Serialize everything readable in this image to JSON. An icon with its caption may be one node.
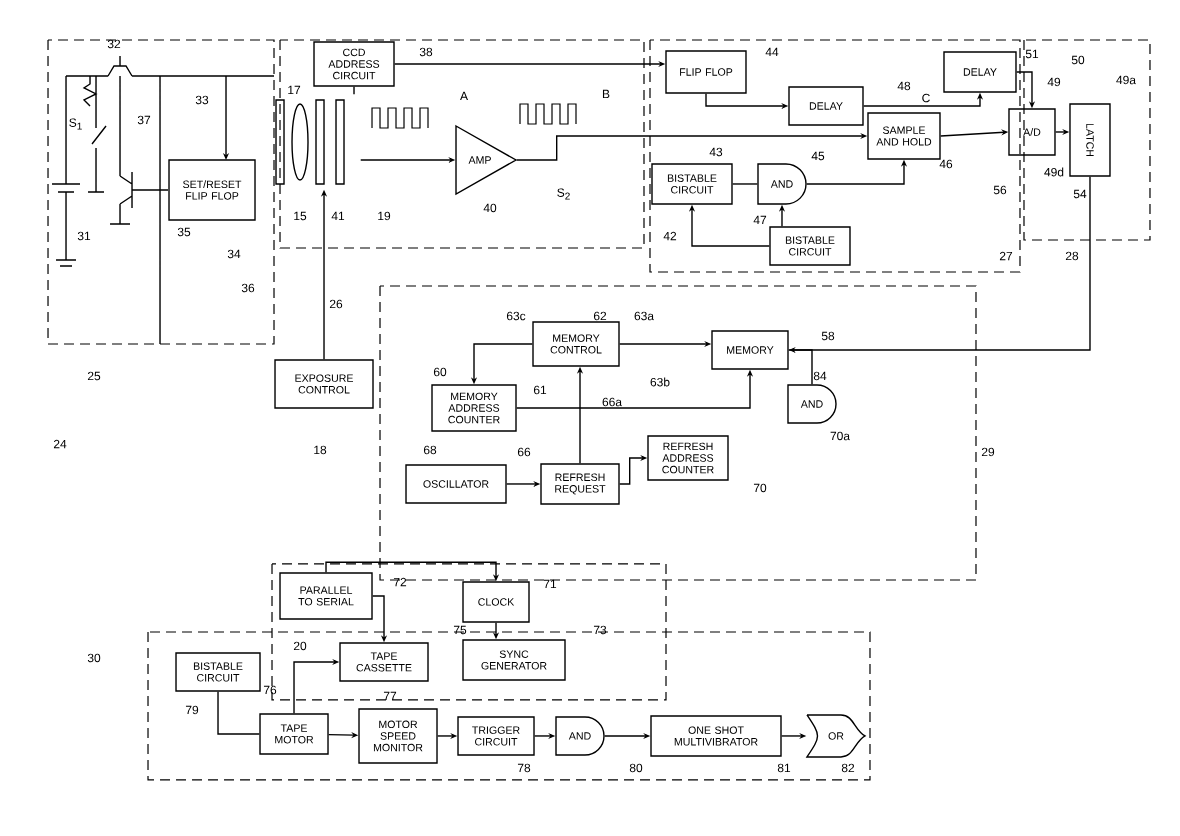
{
  "diagram": {
    "nodes": [
      {
        "text": [
          "CCD ADDRESS CIRCUIT"
        ]
      },
      {
        "text": [
          "SET/RESET FLIP FLOP"
        ]
      },
      {
        "text": [
          "AMP"
        ]
      },
      {
        "text": [
          "FLIP FLOP"
        ]
      },
      {
        "text": [
          "DELAY"
        ]
      },
      {
        "text": [
          "DELAY"
        ]
      },
      {
        "text": [
          "SAMPLE AND HOLD"
        ]
      },
      {
        "text": [
          "BISTABLE CIRCUIT"
        ]
      },
      {
        "text": [
          "AND"
        ]
      },
      {
        "text": [
          "BISTABLE CIRCUIT"
        ]
      },
      {
        "text": [
          "A/D"
        ]
      },
      {
        "text": [
          "LATCH"
        ]
      },
      {
        "text": [
          "MEMORY CONTROL"
        ]
      },
      {
        "text": [
          "MEMORY"
        ]
      },
      {
        "text": [
          "MEMORY ADDRESS COUNTER"
        ]
      },
      {
        "text": [
          "AND"
        ]
      },
      {
        "text": [
          "OSCILLATOR"
        ]
      },
      {
        "text": [
          "REFRESH REQUEST"
        ]
      },
      {
        "text": [
          "REFRESH ADDRESS COUNTER"
        ]
      },
      {
        "text": [
          "EXPOSURE CONTROL"
        ]
      },
      {
        "text": [
          "PARALLEL TO SERIAL"
        ]
      },
      {
        "text": [
          "CLOCK"
        ]
      },
      {
        "text": [
          "SYNC GENERATOR"
        ]
      },
      {
        "text": [
          "BISTABLE CIRCUIT"
        ]
      },
      {
        "text": [
          "TAPE CASSETTE"
        ]
      },
      {
        "text": [
          "TAPE MOTOR"
        ]
      },
      {
        "text": [
          "MOTOR SPEED MONITOR"
        ]
      },
      {
        "text": [
          "TRIGGER CIRCUIT"
        ]
      },
      {
        "text": [
          "AND"
        ]
      },
      {
        "text": [
          "ONE SHOT MULTIVIBRATOR"
        ]
      },
      {
        "text": [
          "OR"
        ]
      },
      {
        "text": [],
        "shape": "picture"
      }
    ],
    "edges": [
      {
        "from": 0,
        "to": 3,
        "arrow": "to"
      },
      {
        "from": 0,
        "to": 31,
        "arrow": "none"
      },
      {
        "from": 31,
        "to": 2,
        "arrow": "to"
      },
      {
        "from": 2,
        "to": 6,
        "arrow": "to"
      },
      {
        "from": 3,
        "to": 4,
        "arrow": "to"
      },
      {
        "from": 4,
        "to": 5,
        "arrow": "to"
      },
      {
        "from": 6,
        "to": 10,
        "arrow": "to"
      },
      {
        "from": 5,
        "to": 10,
        "arrow": "to"
      },
      {
        "from": 10,
        "to": 11,
        "arrow": "to"
      },
      {
        "from": 7,
        "to": 8,
        "arrow": "none"
      },
      {
        "from": 8,
        "to": 6,
        "arrow": "to"
      },
      {
        "from": 9,
        "to": 8,
        "arrow": "to"
      },
      {
        "from": 9,
        "to": 7,
        "arrow": "to"
      },
      {
        "from": 11,
        "to": 13,
        "arrow": "to"
      },
      {
        "from": 12,
        "to": 13,
        "arrow": "to"
      },
      {
        "from": 12,
        "to": 14,
        "arrow": "to"
      },
      {
        "from": 14,
        "to": 13,
        "arrow": "to"
      },
      {
        "from": 17,
        "to": 12,
        "arrow": "to"
      },
      {
        "from": 16,
        "to": 17,
        "arrow": "to"
      },
      {
        "from": 17,
        "to": 18,
        "arrow": "to"
      },
      {
        "from": 13,
        "to": 15,
        "arrow": "none"
      },
      {
        "from": 20,
        "to": 21,
        "arrow": "to"
      },
      {
        "from": 21,
        "to": 22,
        "arrow": "to"
      },
      {
        "from": 20,
        "to": 24,
        "arrow": "to"
      },
      {
        "from": 25,
        "to": 24,
        "arrow": "to"
      },
      {
        "from": 23,
        "to": 25,
        "arrow": "none"
      },
      {
        "from": 25,
        "to": 26,
        "arrow": "to"
      },
      {
        "from": 26,
        "to": 27,
        "arrow": "to"
      },
      {
        "from": 27,
        "to": 28,
        "arrow": "to"
      },
      {
        "from": 28,
        "to": 29,
        "arrow": "to"
      },
      {
        "from": 29,
        "to": 30,
        "arrow": "to"
      },
      {
        "from": 19,
        "to": 31,
        "arrow": "to"
      }
    ],
    "labels": [
      "32",
      "38",
      "A",
      "B",
      "44",
      "48",
      "C",
      "51",
      "50",
      "49",
      "49a",
      "S$_{1}$",
      "37",
      "33",
      "17",
      "40",
      "43",
      "45",
      "S$_{2}$",
      "46",
      "15",
      "41",
      "19",
      "35",
      "34",
      "31",
      "42",
      "47",
      "49d",
      "54",
      "56",
      "27",
      "28",
      "36",
      "26",
      "25",
      "24",
      "63c",
      "62",
      "63a",
      "63b",
      "58",
      "60",
      "61",
      "66a",
      "84",
      "70a",
      "18",
      "68",
      "66",
      "70",
      "29",
      "72",
      "71",
      "75",
      "73",
      "30",
      "20",
      "76",
      "79",
      "77",
      "78",
      "80",
      "81",
      "82"
    ]
  }
}
